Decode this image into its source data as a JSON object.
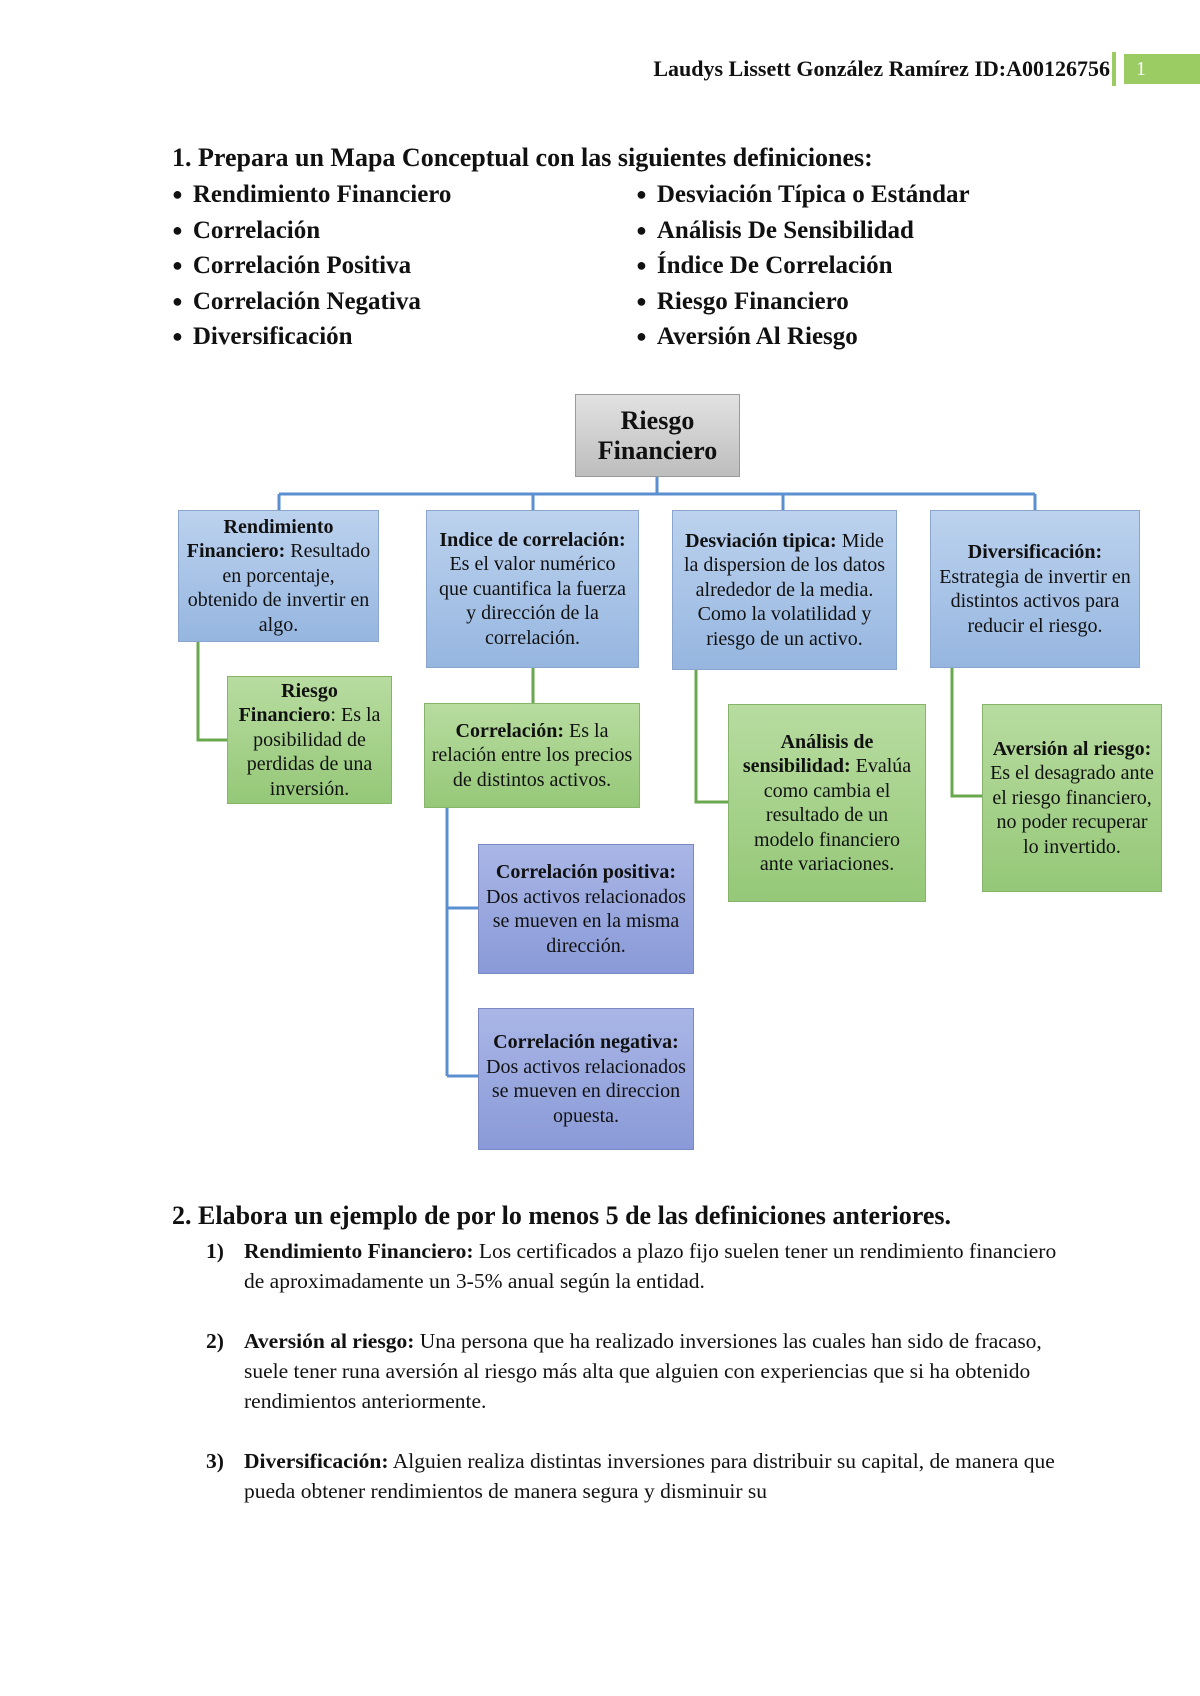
{
  "header": {
    "author": "Laudys Lissett González Ramírez ID:A00126756",
    "page_number": "1"
  },
  "q1": {
    "title": "1. Prepara un Mapa Conceptual con las siguientes definiciones:",
    "left": [
      "Rendimiento Financiero",
      "Correlación",
      "Correlación Positiva",
      "Correlación Negativa",
      "Diversificación"
    ],
    "right": [
      "Desviación Típica o Estándar",
      "Análisis De Sensibilidad",
      "Índice De Correlación",
      "Riesgo Financiero",
      "Aversión Al Riesgo"
    ]
  },
  "map": {
    "root": "Riesgo Financiero",
    "rendimiento": {
      "term": "Rendimiento Financiero:",
      "text": " Resultado en porcentaje, obtenido de invertir en algo."
    },
    "riesgo": {
      "term": "Riesgo Financiero",
      "text": ": Es la posibilidad de perdidas de una inversión."
    },
    "indice": {
      "term": "Indice de correlación:",
      "text": " Es el valor numérico que cuantifica la fuerza y dirección de la correlación."
    },
    "correlacion": {
      "term": "Correlación:",
      "text": " Es la relación entre los precios de distintos activos."
    },
    "positiva": {
      "term": "Correlación positiva:",
      "text": " Dos activos relacionados se mueven en la misma dirección."
    },
    "negativa": {
      "term": "Correlación negativa:",
      "text": " Dos activos relacionados se mueven en direccion opuesta."
    },
    "desviacion": {
      "term": "Desviación tipica:",
      "text": " Mide la dispersion de los datos alrededor de la media. Como la volatilidad y riesgo de un activo."
    },
    "sensibilidad": {
      "term": "Análisis de sensibilidad:",
      "text": " Evalúa como cambia el resultado de un modelo financiero ante variaciones."
    },
    "diversificacion": {
      "term": "Diversificación:",
      "text": " Estrategia de invertir en distintos activos para reducir el riesgo."
    },
    "aversion": {
      "term": "Aversión al riesgo:",
      "text": " Es el desagrado ante el riesgo financiero, no poder recuperar lo invertido."
    }
  },
  "q2": {
    "title": "2. Elabora un ejemplo de por lo menos 5 de las definiciones anteriores.",
    "items": [
      {
        "num": "1)",
        "term": "Rendimiento Financiero:",
        "text": " Los certificados a plazo fijo suelen tener un rendimiento financiero de aproximadamente un 3-5% anual según la entidad."
      },
      {
        "num": "2)",
        "term": "Aversión al riesgo:",
        "text": " Una persona que ha realizado inversiones las cuales han sido de fracaso, suele tener runa aversión al riesgo más alta que alguien con experiencias que si ha obtenido rendimientos anteriormente."
      },
      {
        "num": "3)",
        "term": "Diversificación:",
        "text": " Alguien realiza distintas inversiones para distribuir su capital, de manera que pueda obtener rendimientos de manera segura y disminuir su"
      }
    ]
  },
  "colors": {
    "accent_green": "#9bcb63",
    "connector_blue": "#5b8fd0",
    "connector_green": "#6aa84f"
  }
}
